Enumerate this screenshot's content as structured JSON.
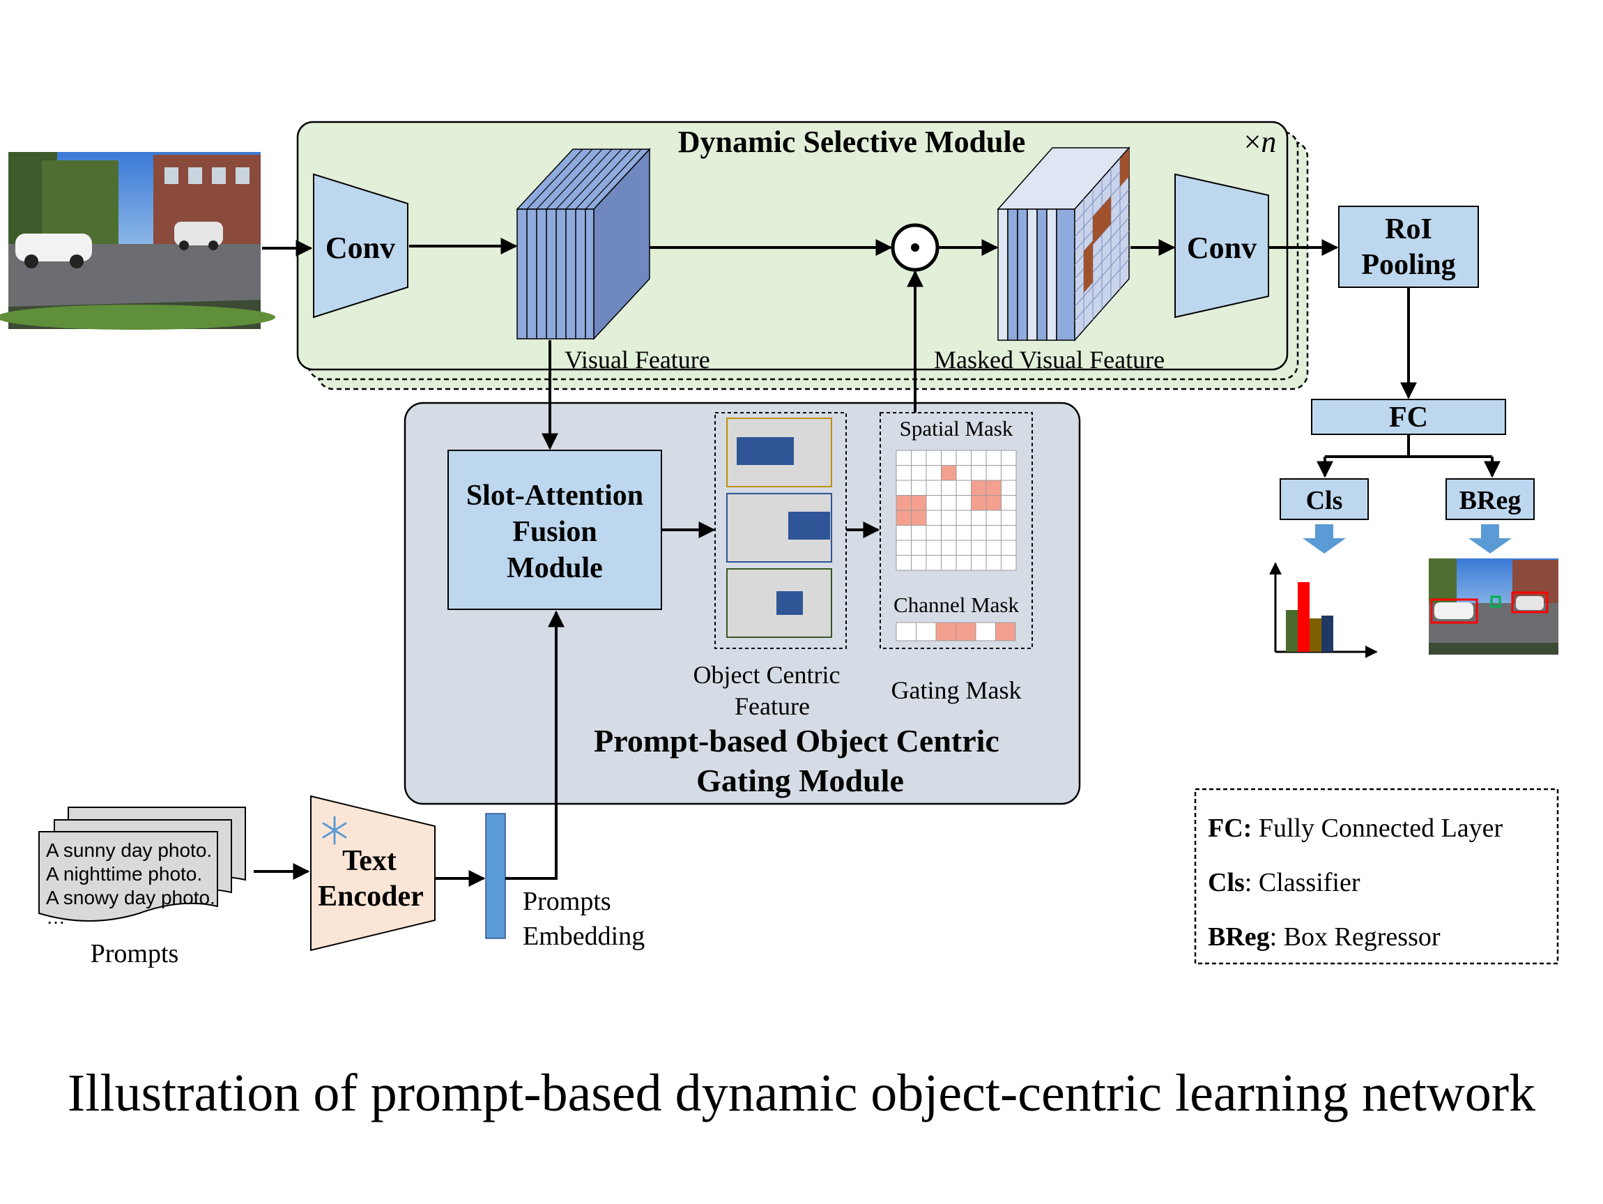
{
  "dsm": {
    "title": "Dynamic Selective Module",
    "repeat": "×",
    "repeat_var": "n"
  },
  "conv_left": "Conv",
  "conv_right": "Conv",
  "visual_feature": "Visual Feature",
  "masked_visual_feature": "Masked Visual Feature",
  "roi": {
    "line1": "RoI",
    "line2": "Pooling"
  },
  "fc": "FC",
  "cls": "Cls",
  "breg": "BReg",
  "gating": {
    "title_line1": "Prompt-based Object Centric",
    "title_line2": "Gating Module"
  },
  "slot": {
    "line1": "Slot-Attention",
    "line2": "Fusion",
    "line3": "Module"
  },
  "object_centric": {
    "line1": "Object Centric",
    "line2": "Feature"
  },
  "spatial_mask": "Spatial Mask",
  "channel_mask": "Channel Mask",
  "gating_mask": "Gating Mask",
  "prompts": {
    "lines": [
      "A sunny day photo.",
      "A nighttime photo.",
      "A snowy day photo.",
      "…"
    ],
    "label": "Prompts"
  },
  "text_encoder": {
    "line1": "Text",
    "line2": "Encoder"
  },
  "prompts_embedding": {
    "line1": "Prompts",
    "line2": "Embedding"
  },
  "legend": [
    {
      "key": "FC:",
      "value": " Fully Connected Layer"
    },
    {
      "key": "Cls",
      "value": ": Classifier"
    },
    {
      "key": "BReg",
      "value": ": Box Regressor"
    }
  ],
  "caption": "Illustration of prompt-based dynamic object-centric learning network",
  "colors": {
    "dsm_fill": "#e2efd9",
    "gating_fill": "#d6dce5",
    "block_blue": "#bdd7ee",
    "dark_blue": "#2f5597",
    "encoder_fill": "#fbe5d6",
    "mask_red": "#f4a08e",
    "bar_colors": [
      "#4a6b2b",
      "#ff0000",
      "#7f6000",
      "#1f3864"
    ]
  },
  "chart_icon": {
    "values": [
      3,
      5,
      2.4,
      2.6
    ]
  }
}
